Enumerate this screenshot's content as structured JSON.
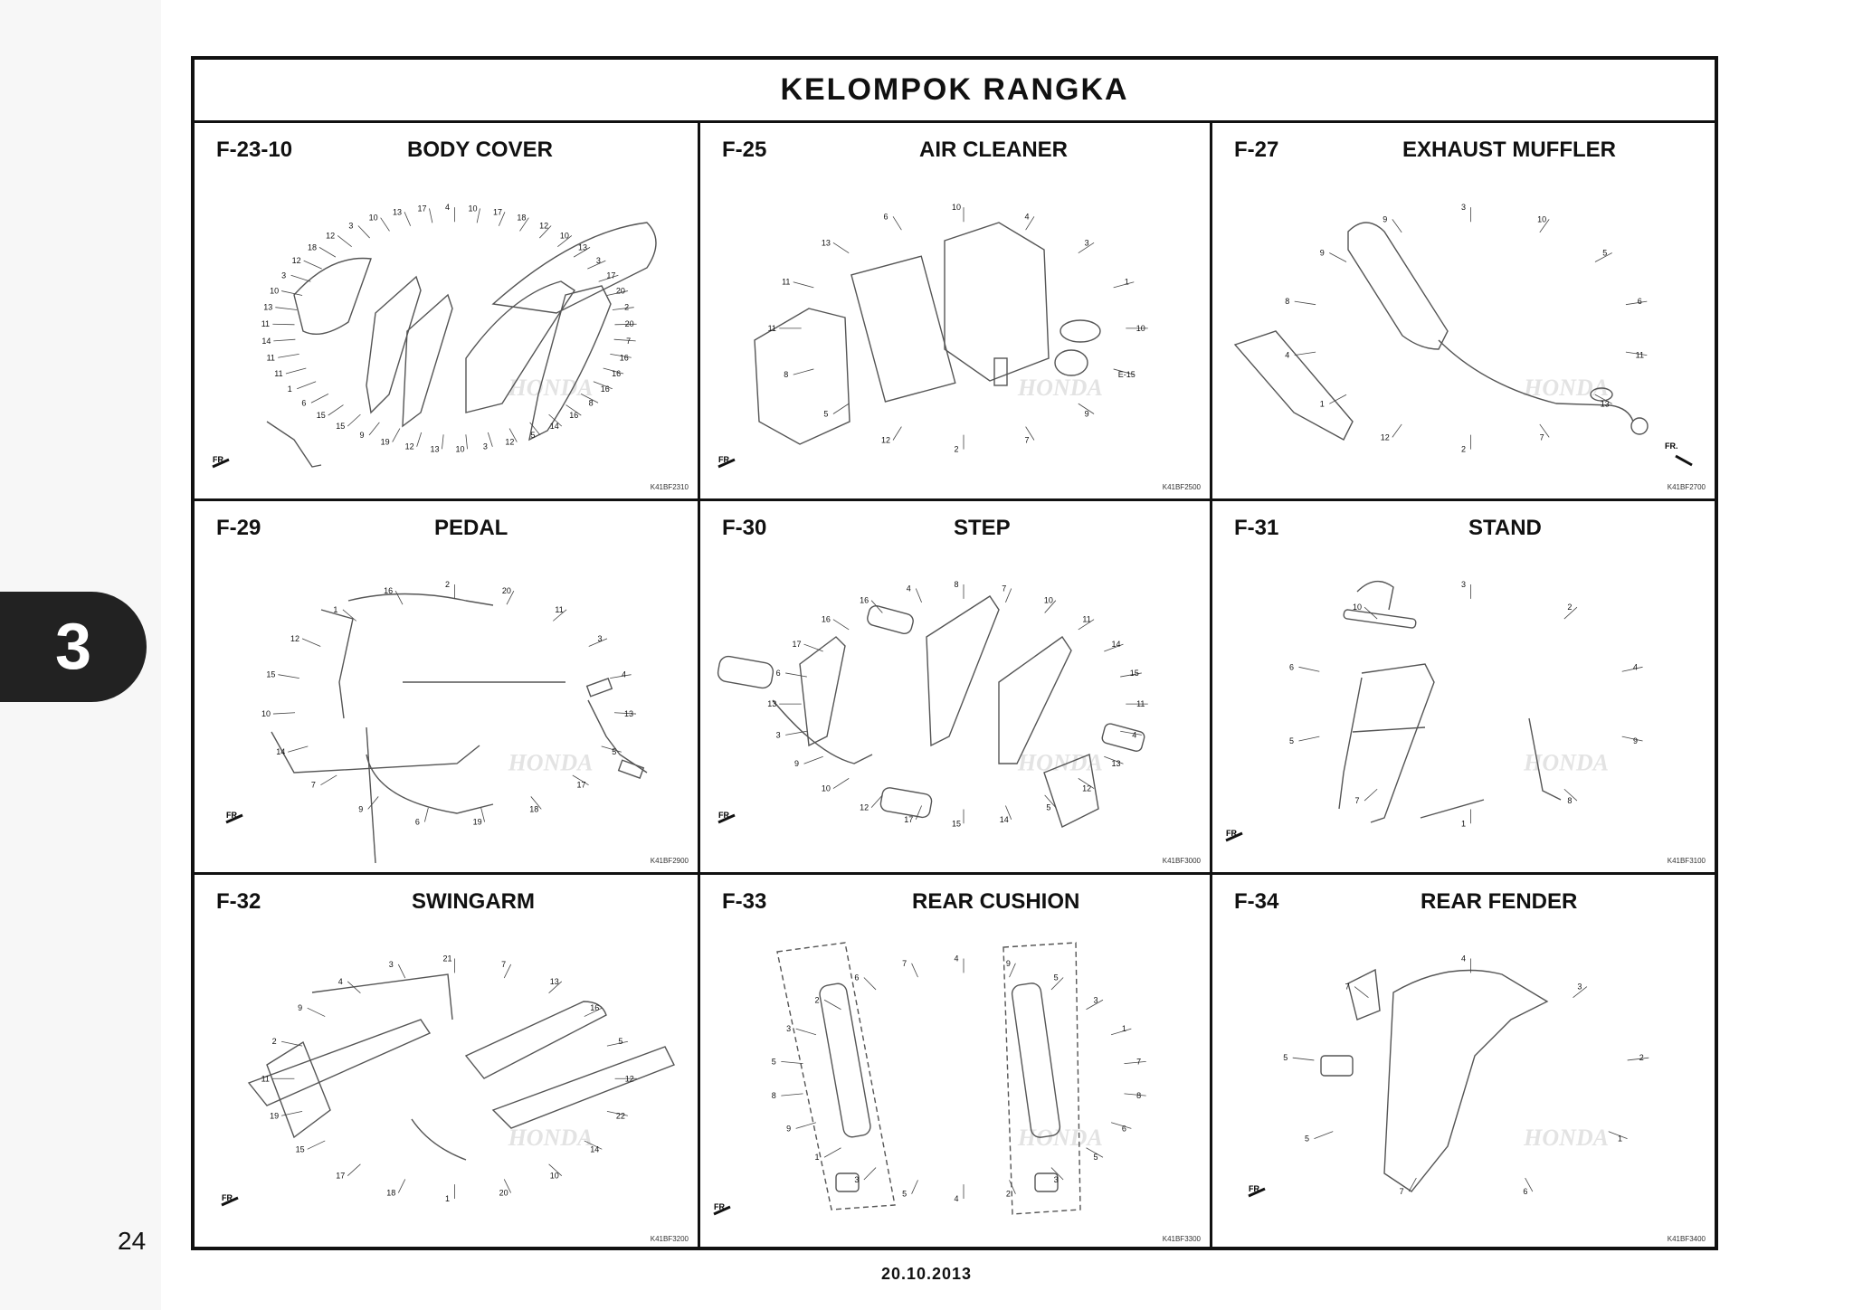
{
  "page": {
    "title": "KELOMPOK RANGKA",
    "section_number": "3",
    "page_number": "24",
    "date": "20.10.2013",
    "fr_label": "FR.",
    "honda_watermark": "HONDA"
  },
  "diagrams": [
    {
      "code": "F-23-10",
      "title": "BODY COVER",
      "ref": "K41BF2310"
    },
    {
      "code": "F-25",
      "title": "AIR CLEANER",
      "ref": "K41BF2500"
    },
    {
      "code": "F-27",
      "title": "EXHAUST MUFFLER",
      "ref": "K41BF2700"
    },
    {
      "code": "F-29",
      "title": "PEDAL",
      "ref": "K41BF2900"
    },
    {
      "code": "F-30",
      "title": "STEP",
      "ref": "K41BF3000"
    },
    {
      "code": "F-31",
      "title": "STAND",
      "ref": "K41BF3100"
    },
    {
      "code": "F-32",
      "title": "SWINGARM",
      "ref": "K41BF3200"
    },
    {
      "code": "F-33",
      "title": "REAR CUSHION",
      "ref": "K41BF3300"
    },
    {
      "code": "F-34",
      "title": "REAR FENDER",
      "ref": "K41BF3400"
    }
  ],
  "callout_labels": {
    "body_cover": [
      "4",
      "10",
      "17",
      "18",
      "12",
      "10",
      "13",
      "3",
      "17",
      "20",
      "2",
      "20",
      "7",
      "16",
      "16",
      "16",
      "8",
      "16",
      "14",
      "5",
      "12",
      "3",
      "10",
      "13",
      "12",
      "19",
      "9",
      "15",
      "15",
      "6",
      "1",
      "11",
      "11",
      "14",
      "11",
      "13",
      "10",
      "3",
      "12",
      "18",
      "12",
      "3",
      "10",
      "13",
      "17"
    ],
    "air_cleaner": [
      "10",
      "4",
      "3",
      "1",
      "10",
      "E-15",
      "9",
      "7",
      "2",
      "12",
      "5",
      "8",
      "11",
      "11",
      "13",
      "6"
    ],
    "exhaust_muffler": [
      "3",
      "10",
      "5",
      "6",
      "11",
      "13",
      "7",
      "2",
      "12",
      "1",
      "4",
      "8",
      "9",
      "9"
    ],
    "pedal": [
      "2",
      "20",
      "11",
      "3",
      "4",
      "13",
      "5",
      "17",
      "18",
      "19",
      "6",
      "9",
      "7",
      "14",
      "10",
      "15",
      "12",
      "1",
      "16"
    ],
    "step": [
      "8",
      "7",
      "10",
      "11",
      "14",
      "15",
      "11",
      "4",
      "13",
      "12",
      "5",
      "14",
      "15",
      "17",
      "12",
      "10",
      "9",
      "3",
      "13",
      "6",
      "17",
      "16",
      "16",
      "4"
    ],
    "stand": [
      "3",
      "2",
      "4",
      "9",
      "8",
      "1",
      "7",
      "5",
      "6",
      "10"
    ],
    "swingarm": [
      "21",
      "7",
      "13",
      "16",
      "5",
      "12",
      "22",
      "14",
      "10",
      "20",
      "1",
      "18",
      "17",
      "15",
      "19",
      "11",
      "2",
      "9",
      "4",
      "3"
    ],
    "rear_cushion": [
      "4",
      "9",
      "5",
      "3",
      "1",
      "7",
      "8",
      "6",
      "5",
      "3",
      "2",
      "4",
      "5",
      "3",
      "1",
      "9",
      "8",
      "5",
      "3",
      "2",
      "6",
      "7"
    ],
    "rear_fender": [
      "4",
      "3",
      "2",
      "1",
      "6",
      "7",
      "5",
      "5",
      "7"
    ]
  }
}
